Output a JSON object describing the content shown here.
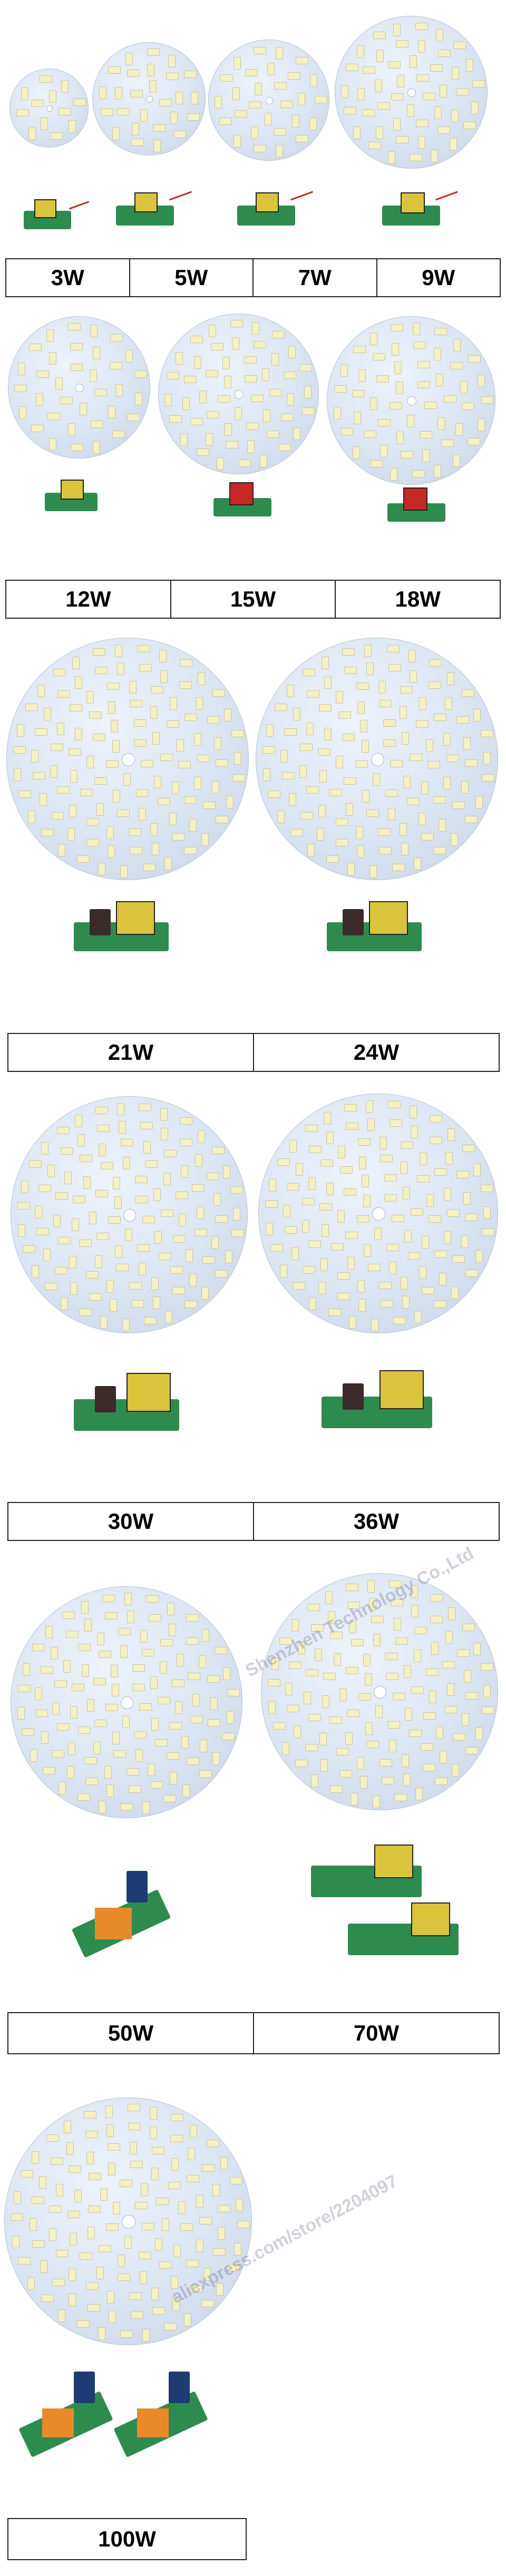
{
  "watermark": {
    "company": "Shenzhen Technology Co.,Ltd",
    "store": "aliexpress.com/store/2204097"
  },
  "rows": [
    {
      "labels": [
        "3W",
        "5W",
        "7W",
        "9W"
      ]
    },
    {
      "labels": [
        "12W",
        "15W",
        "18W"
      ]
    },
    {
      "labels": [
        "21W",
        "24W"
      ]
    },
    {
      "labels": [
        "30W",
        "36W"
      ]
    },
    {
      "labels": [
        "50W",
        "70W"
      ]
    },
    {
      "labels": [
        "100W"
      ]
    }
  ],
  "colors": {
    "pcb": "#dbe4f2",
    "led": "#f4f0c6",
    "driver_board": "#2e8b4e",
    "transformer": "#d9c43b",
    "label_border": "#222222"
  }
}
